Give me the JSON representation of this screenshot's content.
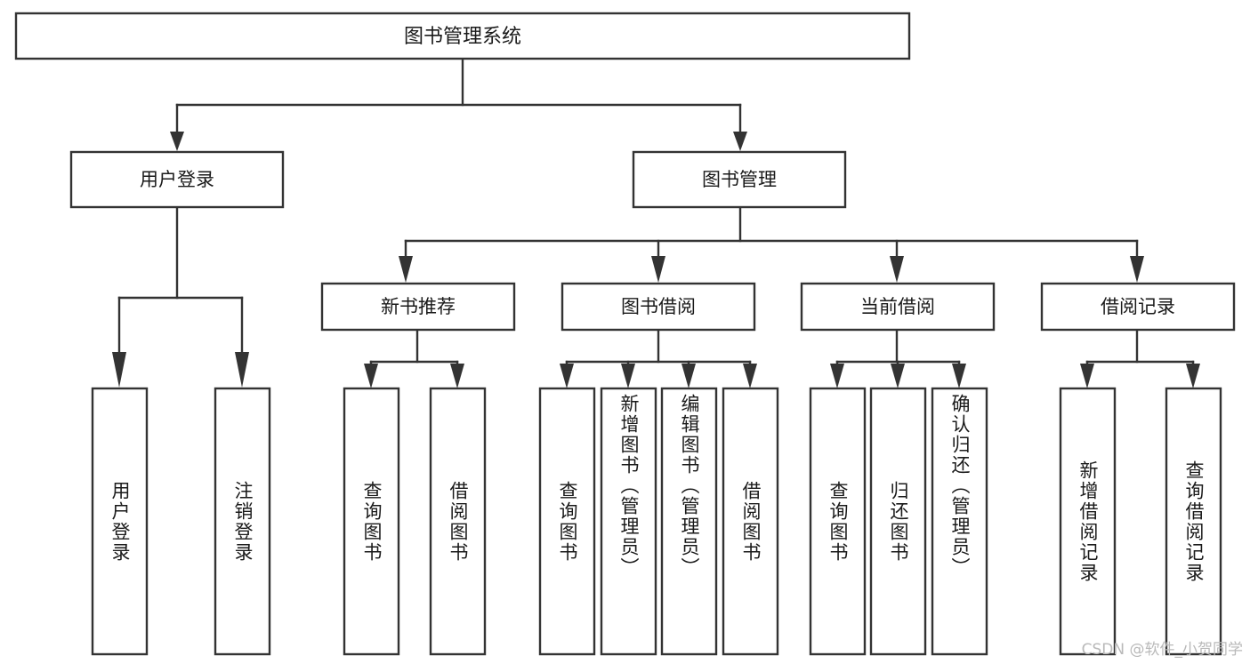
{
  "diagram": {
    "type": "tree-hierarchy",
    "title": "图书管理系统",
    "root": {
      "id": "root",
      "label": "图书管理系统",
      "orientation": "horizontal"
    },
    "level1": [
      {
        "id": "user-login",
        "label": "用户登录",
        "orientation": "horizontal"
      },
      {
        "id": "book-management",
        "label": "图书管理",
        "orientation": "horizontal"
      }
    ],
    "level2": [
      {
        "id": "new-book-recommend",
        "label": "新书推荐",
        "parent": "book-management",
        "orientation": "horizontal"
      },
      {
        "id": "book-borrow",
        "label": "图书借阅",
        "parent": "book-management",
        "orientation": "horizontal"
      },
      {
        "id": "current-borrow",
        "label": "当前借阅",
        "parent": "book-management",
        "orientation": "horizontal"
      },
      {
        "id": "borrow-record",
        "label": "借阅记录",
        "parent": "book-management",
        "orientation": "horizontal"
      }
    ],
    "leaves": [
      {
        "id": "leaf-user-login",
        "label": "用户登录",
        "parent": "user-login",
        "orientation": "vertical"
      },
      {
        "id": "leaf-logout",
        "label": "注销登录",
        "parent": "user-login",
        "orientation": "vertical"
      },
      {
        "id": "leaf-query-book-1",
        "label": "查询图书",
        "parent": "new-book-recommend",
        "orientation": "vertical"
      },
      {
        "id": "leaf-borrow-book-1",
        "label": "借阅图书",
        "parent": "new-book-recommend",
        "orientation": "vertical"
      },
      {
        "id": "leaf-query-book-2",
        "label": "查询图书",
        "parent": "book-borrow",
        "orientation": "vertical"
      },
      {
        "id": "leaf-add-book",
        "label": "新增图书（管理员）",
        "parent": "book-borrow",
        "orientation": "vertical"
      },
      {
        "id": "leaf-edit-book",
        "label": "编辑图书（管理员）",
        "parent": "book-borrow",
        "orientation": "vertical"
      },
      {
        "id": "leaf-borrow-book-2",
        "label": "借阅图书",
        "parent": "book-borrow",
        "orientation": "vertical"
      },
      {
        "id": "leaf-query-book-3",
        "label": "查询图书",
        "parent": "current-borrow",
        "orientation": "vertical"
      },
      {
        "id": "leaf-return-book",
        "label": "归还图书",
        "parent": "current-borrow",
        "orientation": "vertical"
      },
      {
        "id": "leaf-confirm-return",
        "label": "确认归还（管理员）",
        "parent": "current-borrow",
        "orientation": "vertical"
      },
      {
        "id": "leaf-add-record",
        "label": "新增借阅记录",
        "parent": "borrow-record",
        "orientation": "vertical"
      },
      {
        "id": "leaf-query-record",
        "label": "查询借阅记录",
        "parent": "borrow-record",
        "orientation": "vertical"
      }
    ],
    "colors": {
      "stroke": "#333333",
      "fill": "#ffffff",
      "text": "#1a1a1a",
      "watermark": "#b9b9b9",
      "background": "#ffffff"
    }
  },
  "watermark": {
    "text": "CSDN @软件_小贺同学"
  }
}
